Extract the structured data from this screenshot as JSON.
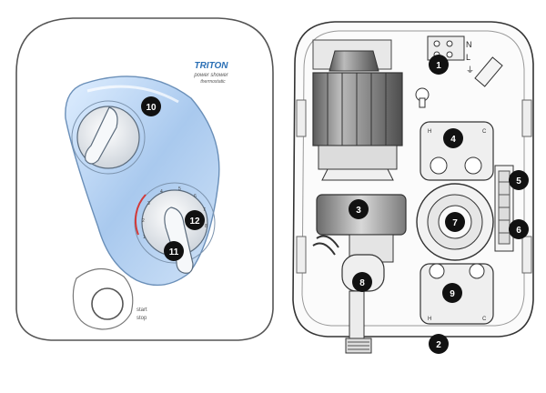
{
  "front_panel": {
    "brand": "TRITON",
    "model_line1": "power shower",
    "model_line2": "thermostatic",
    "start_label": "start",
    "stop_label": "stop",
    "temp_dial_numbers": [
      "1",
      "2",
      "3",
      "4",
      "5",
      "6",
      "7",
      "8"
    ]
  },
  "internals": {
    "terminal_labels": [
      "N",
      "L",
      "⏚"
    ],
    "valve_labels_top": [
      "H",
      "C"
    ],
    "valve_labels_bottom": [
      "H",
      "C"
    ]
  },
  "callouts": [
    "1",
    "2",
    "3",
    "4",
    "5",
    "6",
    "7",
    "8",
    "9",
    "10",
    "11",
    "12"
  ],
  "colors": {
    "callout_fill": "#111111",
    "callout_text": "#ffffff",
    "panel_blue": "#bcd6f2",
    "accent_red": "#d23a3a",
    "brand_blue": "#2a6fb5"
  }
}
